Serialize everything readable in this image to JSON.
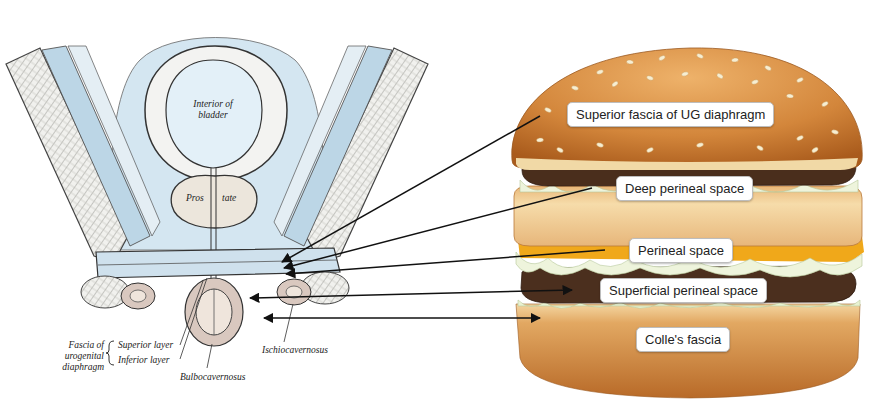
{
  "diagram": {
    "nodes": [
      {
        "text": [
          "Superior fascia of UG diaphragm"
        ]
      },
      {
        "text": [
          "Deep perineal space"
        ]
      },
      {
        "text": [
          "Perineal space"
        ]
      },
      {
        "text": [
          "Superficial perineal space"
        ]
      },
      {
        "text": [
          "Colle's fascia"
        ]
      }
    ],
    "labels": [
      "Interior of bladder",
      "Pros",
      "tate",
      "Fascia of urogenital diaphragm",
      "Superior layer",
      "Inferior layer",
      "Bulbocavernosus",
      "Ischiocavernosus"
    ]
  }
}
